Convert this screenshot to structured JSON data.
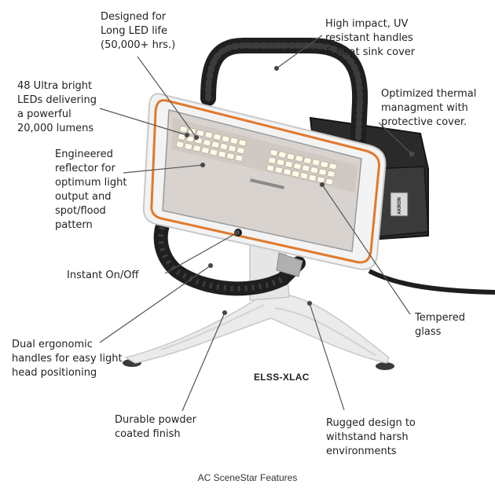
{
  "callouts": {
    "led_life": "Designed for\nLong LED life\n(50,000+ hrs.)",
    "handles": "High impact, UV\nresistant handles\n& heat sink cover",
    "leds": "48 Ultra bright\nLEDs delivering\na powerful\n20,000 lumens",
    "thermal": "Optimized thermal\nmanagment with\nprotective cover.",
    "reflector": "Engineered\nreflector for\noptimum light\noutput and\nspot/flood\npattern",
    "switch": "Instant On/Off",
    "glass": "Tempered\nglass",
    "ergonomic": "Dual ergonomic\nhandles for easy light\nhead positioning",
    "finish": "Durable powder\ncoated finish",
    "rugged": "Rugged design to\nwithstand harsh\nenvironments"
  },
  "product": {
    "model": "ELSS-XLAC",
    "brand": "AKRON"
  },
  "caption": "AC SceneStar Features"
}
